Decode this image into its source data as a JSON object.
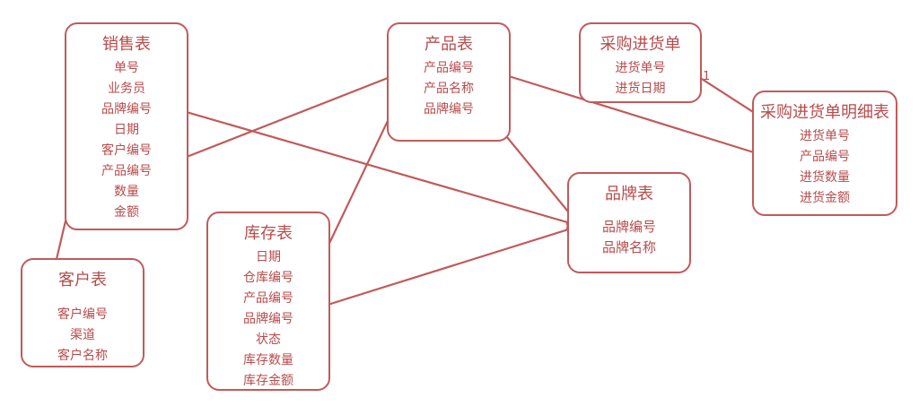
{
  "entities": {
    "sales": {
      "title": "销售表",
      "fields": [
        "单号",
        "业务员",
        "品牌编号",
        "日期",
        "客户编号",
        "产品编号",
        "数量",
        "金额"
      ]
    },
    "product": {
      "title": "产品表",
      "fields": [
        "产品编号",
        "产品名称",
        "品牌编号"
      ]
    },
    "purchase": {
      "title": "采购进货单",
      "fields": [
        "进货单号",
        "进货日期"
      ]
    },
    "purchase_detail": {
      "title": "采购进货单明细表",
      "fields": [
        "进货单号",
        "产品编号",
        "进货数量",
        "进货金额"
      ]
    },
    "brand": {
      "title": "品牌表",
      "fields": [
        "品牌编号",
        "品牌名称"
      ]
    },
    "inventory": {
      "title": "库存表",
      "fields": [
        "日期",
        "仓库编号",
        "产品编号",
        "品牌编号",
        "状态",
        "库存数量",
        "库存金额"
      ]
    },
    "customer": {
      "title": "客户表",
      "fields": [
        "客户编号",
        "渠道",
        "客户名称"
      ]
    }
  },
  "cardinality": {
    "one": "1",
    "many": "*"
  }
}
